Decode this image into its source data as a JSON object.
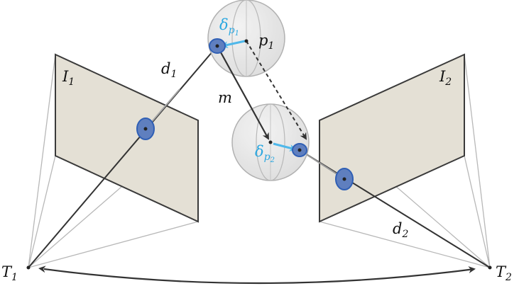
{
  "labels": {
    "image1": {
      "main": "I",
      "sub": "1"
    },
    "image2": {
      "main": "I",
      "sub": "2"
    },
    "d1": {
      "main": "d",
      "sub": "1"
    },
    "d2": {
      "main": "d",
      "sub": "2"
    },
    "m": "m",
    "p1": {
      "main": "p",
      "sub": "1"
    },
    "T1": {
      "main": "T",
      "sub": "1"
    },
    "T2": {
      "main": "T",
      "sub": "2"
    },
    "delta_p1": {
      "main": "δ",
      "sub": "p",
      "subsub": "1"
    },
    "delta_p2": {
      "main": "δ",
      "sub": "p",
      "subsub": "2"
    }
  },
  "colors": {
    "plane_fill": "#e4e0d5",
    "plane_stroke": "#3a3a3a",
    "frustum": "#b8b8b8",
    "ray": "#333333",
    "sphere_fill": "#e6e6e6",
    "sphere_stroke": "#a9a9a9",
    "blob_fill": "#5f7fbf",
    "blob_stroke": "#2f5fb5",
    "delta_arrow": "#4fb8ea",
    "delta_text": "#2aa7e0"
  }
}
